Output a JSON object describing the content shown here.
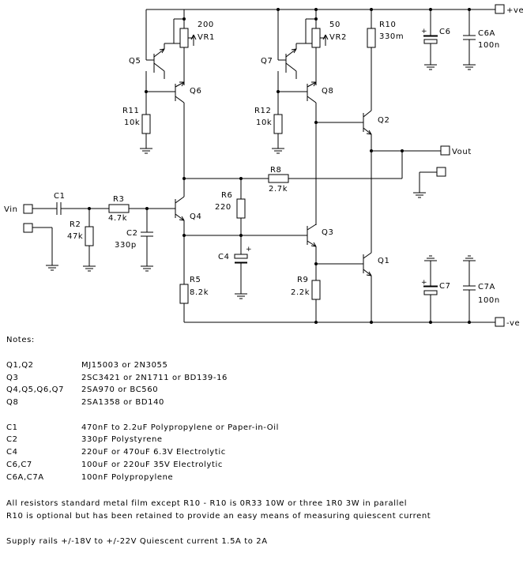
{
  "components": {
    "vr1": {
      "ref": "VR1",
      "value": "200"
    },
    "vr2": {
      "ref": "VR2",
      "value": "50"
    },
    "r10": {
      "ref": "R10",
      "value": "330m"
    },
    "c6": {
      "ref": "C6"
    },
    "c6a": {
      "ref": "C6A",
      "value": "100n"
    },
    "q5": {
      "ref": "Q5"
    },
    "q6": {
      "ref": "Q6"
    },
    "q7": {
      "ref": "Q7"
    },
    "q8": {
      "ref": "Q8"
    },
    "r11": {
      "ref": "R11",
      "value": "10k"
    },
    "r12": {
      "ref": "R12",
      "value": "10k"
    },
    "q2": {
      "ref": "Q2"
    },
    "r8": {
      "ref": "R8",
      "value": "2.7k"
    },
    "c1": {
      "ref": "C1"
    },
    "r3": {
      "ref": "R3",
      "value": "4.7k"
    },
    "r2": {
      "ref": "R2",
      "value": "47k"
    },
    "c2": {
      "ref": "C2",
      "value": "330p"
    },
    "q4": {
      "ref": "Q4"
    },
    "r6": {
      "ref": "R6",
      "value": "220"
    },
    "q3": {
      "ref": "Q3"
    },
    "c4": {
      "ref": "C4"
    },
    "q1": {
      "ref": "Q1"
    },
    "r5": {
      "ref": "R5",
      "value": "8.2k"
    },
    "r9": {
      "ref": "R9",
      "value": "2.2k"
    },
    "c7": {
      "ref": "C7"
    },
    "c7a": {
      "ref": "C7A",
      "value": "100n"
    }
  },
  "terminals": {
    "pos_rail": "+ve",
    "neg_rail": "-ve",
    "vin": "Vin",
    "vout": "Vout"
  },
  "notes": {
    "heading": "Notes:",
    "transistors": [
      {
        "part": "Q1,Q2",
        "spec": "MJ15003 or 2N3055"
      },
      {
        "part": "Q3",
        "spec": "2SC3421 or 2N1711 or BD139-16"
      },
      {
        "part": "Q4,Q5,Q6,Q7",
        "spec": "2SA970 or BC560"
      },
      {
        "part": "Q8",
        "spec": "2SA1358 or BD140"
      }
    ],
    "capacitors": [
      {
        "part": "C1",
        "spec": "470nF to 2.2uF  Polypropylene or Paper-in-Oil"
      },
      {
        "part": "C2",
        "spec": "330pF  Polystyrene"
      },
      {
        "part": "C4",
        "spec": "220uF or 470uF  6.3V  Electrolytic"
      },
      {
        "part": "C6,C7",
        "spec": "100uF or 220uF  35V  Electrolytic"
      },
      {
        "part": "C6A,C7A",
        "spec": "100nF  Polypropylene"
      }
    ],
    "resistor_line1": "All resistors standard metal film except R10 - R10 is  0R33 10W  or three 1R0 3W  in parallel",
    "resistor_line2": "R10 is optional but has been retained to provide an easy means of measuring quiescent current",
    "supply": "Supply rails  +/-18V to +/-22V  Quiescent current  1.5A to 2A"
  }
}
